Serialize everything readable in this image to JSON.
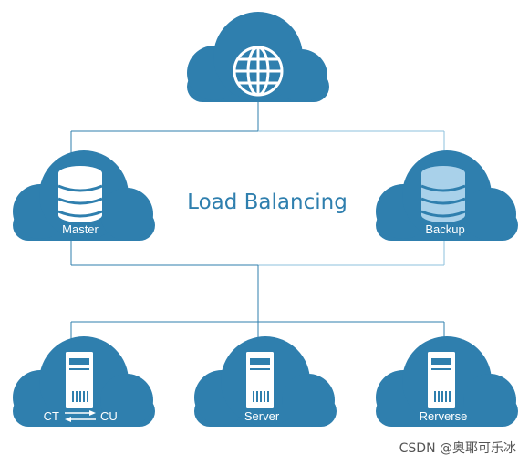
{
  "diagram": {
    "title": "Load Balancing",
    "nodes": {
      "internet": {
        "label": "",
        "icon": "globe-icon"
      },
      "master": {
        "label": "Master",
        "icon": "database-icon"
      },
      "backup": {
        "label": "Backup",
        "icon": "database-icon"
      },
      "ct_cu": {
        "left_label": "CT",
        "right_label": "CU",
        "icon": "server-icon",
        "arrow_icon": "swap-arrows-icon"
      },
      "server": {
        "label": "Server",
        "icon": "server-icon"
      },
      "reverse": {
        "label": "Rerverse",
        "icon": "server-icon"
      }
    }
  },
  "colors": {
    "cloud": "#2f7fae",
    "backup_db": "#a9d1ea",
    "connector_light": "#8ec0dc",
    "text_on_cloud": "#ffffff"
  },
  "watermark": "CSDN @奥耶可乐冰"
}
